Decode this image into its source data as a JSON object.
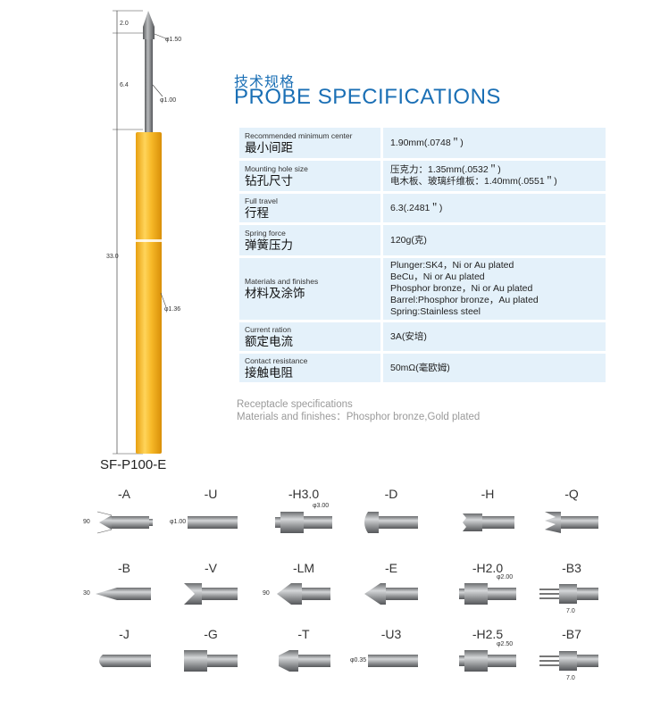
{
  "header": {
    "title_cn": "技术规格",
    "title_en": "PROBE SPECIFICATIONS"
  },
  "probe": {
    "model": "SF-P100-E",
    "dims": {
      "tip_len": "2.0",
      "plunger_len": "6.4",
      "total_len": "33.0",
      "tip_dia": "φ1.50",
      "plunger_dia": "φ1.00",
      "barrel_dia": "φ1.36"
    },
    "colors": {
      "barrel": "#f5b51c",
      "plunger": "#8a8c8e",
      "title": "#1a6fb5",
      "row_bg": "#e4f1fa"
    }
  },
  "specs": [
    {
      "label_en": "Recommended minimum center",
      "label_cn": "最小间距",
      "values": [
        "1.90mm(.0748＂)"
      ]
    },
    {
      "label_en": "Mounting hole size",
      "label_cn": "钻孔尺寸",
      "values": [
        "压克力：1.35mm(.0532＂)",
        "电木板、玻璃纤维板：1.40mm(.0551＂)"
      ]
    },
    {
      "label_en": "Full travel",
      "label_cn": "行程",
      "values": [
        "6.3(.2481＂)"
      ]
    },
    {
      "label_en": "Spring force",
      "label_cn": "弹簧压力",
      "values": [
        "120g(克)"
      ]
    },
    {
      "label_en": "Materials and finishes",
      "label_cn": "材料及涂饰",
      "values": [
        "Plunger:SK4，Ni or Au plated",
        "BeCu，Ni or Au plated",
        "Phosphor bronze，Ni or Au plated",
        "Barrel:Phosphor bronze，Au plated",
        "Spring:Stainless steel"
      ]
    },
    {
      "label_en": "Current ration",
      "label_cn": "额定电流",
      "values": [
        "3A(安培)"
      ]
    },
    {
      "label_en": "Contact resistance",
      "label_cn": "接触电阻",
      "values": [
        "50mΩ(毫欧姆)"
      ]
    }
  ],
  "receptacle": {
    "line1": "Receptacle specifications",
    "line2": "Materials and finishes：Phosphor bronze,Gold plated"
  },
  "tips": [
    {
      "label": "-A",
      "type": "cone90",
      "dim": "90"
    },
    {
      "label": "-U",
      "type": "flat",
      "dim": "φ1.00"
    },
    {
      "label": "-H3.0",
      "type": "head",
      "dim": "φ3.00"
    },
    {
      "label": "-D",
      "type": "round"
    },
    {
      "label": "-H",
      "type": "serrated"
    },
    {
      "label": "-Q",
      "type": "crown"
    },
    {
      "label": "-B",
      "type": "cone30",
      "dim": "30"
    },
    {
      "label": "-V",
      "type": "vcut"
    },
    {
      "label": "-LM",
      "type": "lm",
      "dim": "90"
    },
    {
      "label": "-E",
      "type": "bullet"
    },
    {
      "label": "-H2.0",
      "type": "head",
      "dim": "φ2.00"
    },
    {
      "label": "-B3",
      "type": "needles",
      "dim": "7.0"
    },
    {
      "label": "-J",
      "type": "dome"
    },
    {
      "label": "-G",
      "type": "flathead"
    },
    {
      "label": "-T",
      "type": "chisel"
    },
    {
      "label": "-U3",
      "type": "thin",
      "dim": "φ0.35"
    },
    {
      "label": "-H2.5",
      "type": "head",
      "dim": "φ2.50"
    },
    {
      "label": "-B7",
      "type": "needles",
      "dim": "7.0"
    }
  ]
}
